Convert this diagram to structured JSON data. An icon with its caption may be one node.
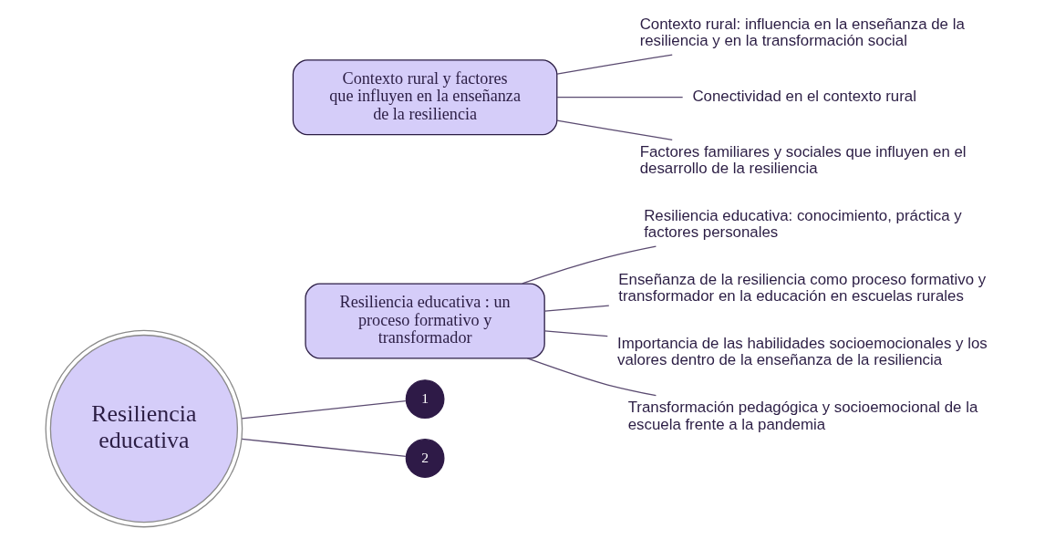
{
  "diagram": {
    "nodes": [
      {
        "text": [
          "Resiliencia educativa"
        ]
      },
      {
        "text": [
          "1"
        ]
      },
      {
        "text": [
          "Resiliencia educativa : un proceso formativo y transformador"
        ]
      },
      {
        "text": [
          "Resiliencia educativa: conocimiento, práctica y factores personales"
        ]
      },
      {
        "text": [
          "Enseñanza de la resiliencia como proceso formativo y transformador en la educación en escuelas rurales"
        ]
      },
      {
        "text": [
          "Importancia de las habilidades socioemocionales y los valores dentro de la enseñanza de la resiliencia"
        ]
      },
      {
        "text": [
          "Transformación pedagógica y socioemocional de la escuela frente a la pandemia"
        ]
      },
      {
        "text": [
          "2"
        ]
      },
      {
        "text": [
          "Contexto rural y factores que influyen en la enseñanza de la resiliencia"
        ]
      },
      {
        "text": [
          "Contexto rural: influencia en la enseñanza de la resiliencia y en la transformación social"
        ]
      },
      {
        "text": [
          "Conectividad en el contexto rural"
        ]
      },
      {
        "text": [
          "Factores familiares y sociales que influyen en el desarrollo de la resiliencia"
        ]
      }
    ],
    "edges": [
      {
        "from": 0,
        "to": 1,
        "arrow": "none"
      },
      {
        "from": 2,
        "to": 3,
        "arrow": "none"
      },
      {
        "from": 2,
        "to": 4,
        "arrow": "none"
      },
      {
        "from": 2,
        "to": 5,
        "arrow": "none"
      },
      {
        "from": 2,
        "to": 6,
        "arrow": "none"
      },
      {
        "from": 0,
        "to": 7,
        "arrow": "none"
      },
      {
        "from": 8,
        "to": 9,
        "arrow": "none"
      },
      {
        "from": 8,
        "to": 10,
        "arrow": "none"
      },
      {
        "from": 8,
        "to": 11,
        "arrow": "none"
      }
    ]
  }
}
